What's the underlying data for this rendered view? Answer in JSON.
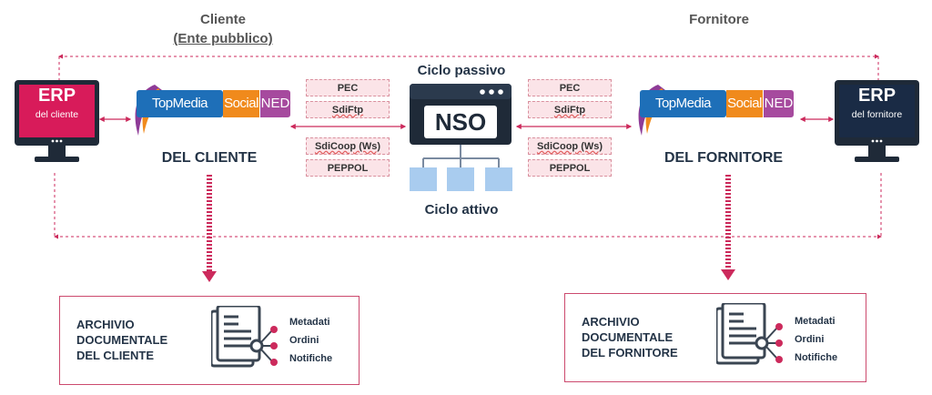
{
  "headers": {
    "client": "Cliente",
    "client_sub": "(Ente pubblico)",
    "supplier": "Fornitore"
  },
  "erp_client": {
    "title": "ERP",
    "subtitle": "del cliente",
    "color": "#d81b5a"
  },
  "erp_supplier": {
    "title": "ERP",
    "subtitle": "del fornitore",
    "color": "#1a2b45"
  },
  "topmedia": {
    "part1": "TopMedia",
    "part2": "Social",
    "part3": "NED"
  },
  "client_label": "DEL CLIENTE",
  "supplier_label": "DEL FORNITORE",
  "nso": {
    "label": "NSO",
    "passive": "Ciclo passivo",
    "active": "Ciclo attivo"
  },
  "protocols_left": [
    "PEC",
    "SdiFtp",
    "SdiCoop (Ws)",
    "PEPPOL"
  ],
  "protocols_right": [
    "PEC",
    "SdiFtp",
    "SdiCoop (Ws)",
    "PEPPOL"
  ],
  "archive_client": {
    "title": "ARCHIVIO\nDOCUMENTALE\nDEL CLIENTE",
    "items": [
      "Metadati",
      "Ordini",
      "Notifiche"
    ]
  },
  "archive_supplier": {
    "title": "ARCHIVIO\nDOCUMENTALE\nDEL FORNITORE",
    "items": [
      "Metadati",
      "Ordini",
      "Notifiche"
    ]
  },
  "colors": {
    "accent": "#cc2a5c",
    "dark": "#243447",
    "proto_bg": "#fbe4e8"
  }
}
